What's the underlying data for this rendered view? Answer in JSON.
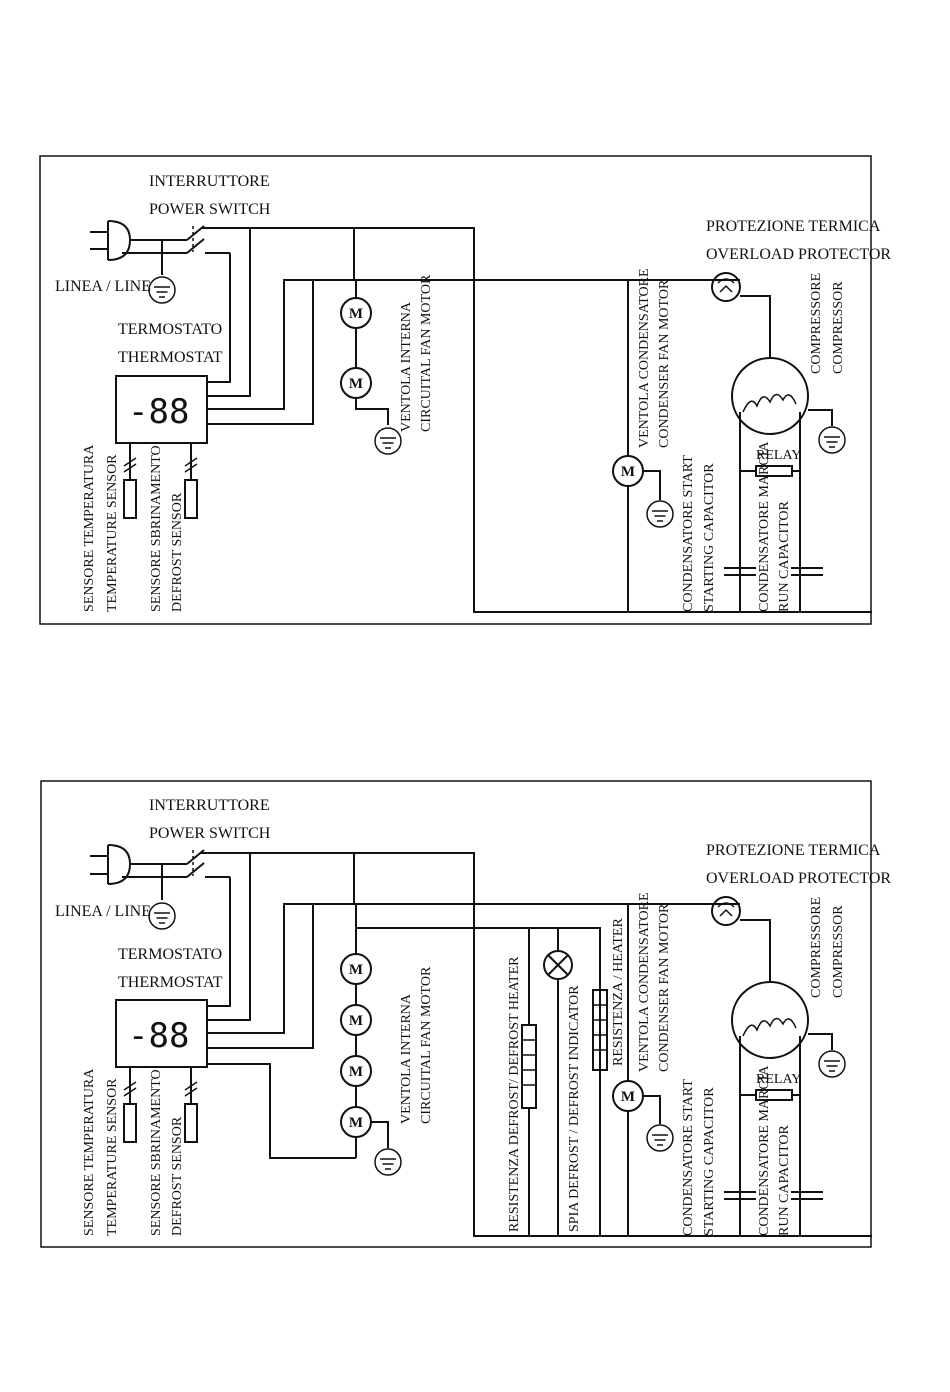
{
  "labels": {
    "power_switch": [
      "INTERRUTTORE",
      "POWER SWITCH"
    ],
    "line": "LINEA / LINE",
    "thermostat": [
      "TERMOSTATO",
      "THERMOSTAT"
    ],
    "display": "-88",
    "motor": "M",
    "temp_sensor": [
      "SENSORE TEMPERATURA",
      "TEMPERATURE SENSOR"
    ],
    "defrost_sensor": [
      "SENSORE SBRINAMENTO",
      "DEFROST SENSOR"
    ],
    "fan_motor": [
      "VENTOLA INTERNA",
      "CIRCUITAL FAN MOTOR"
    ],
    "condenser_fan": [
      "VENTOLA CONDENSATORE",
      "CONDENSER FAN MOTOR"
    ],
    "overload": [
      "PROTEZIONE TERMICA",
      "OVERLOAD PROTECTOR"
    ],
    "compressor": [
      "COMPRESSORE",
      "COMPRESSOR"
    ],
    "relay": "RELAY",
    "start_cap": [
      "CONDENSATORE START",
      "STARTING CAPACITOR"
    ],
    "run_cap": [
      "CONDENSATORE MARCIA",
      "RUN CAPACITOR"
    ],
    "defrost_heater": "RESISTENZA DEFROST/ DEFROST HEATER",
    "defrost_indicator": "SPIA DEFROST / DEFROST INDICATOR",
    "heater": "RESISTENZA / HEATER"
  },
  "diagrams": [
    {
      "fan_motor_count": 2,
      "has_defrost_circuit": false
    },
    {
      "fan_motor_count": 4,
      "has_defrost_circuit": true
    }
  ]
}
